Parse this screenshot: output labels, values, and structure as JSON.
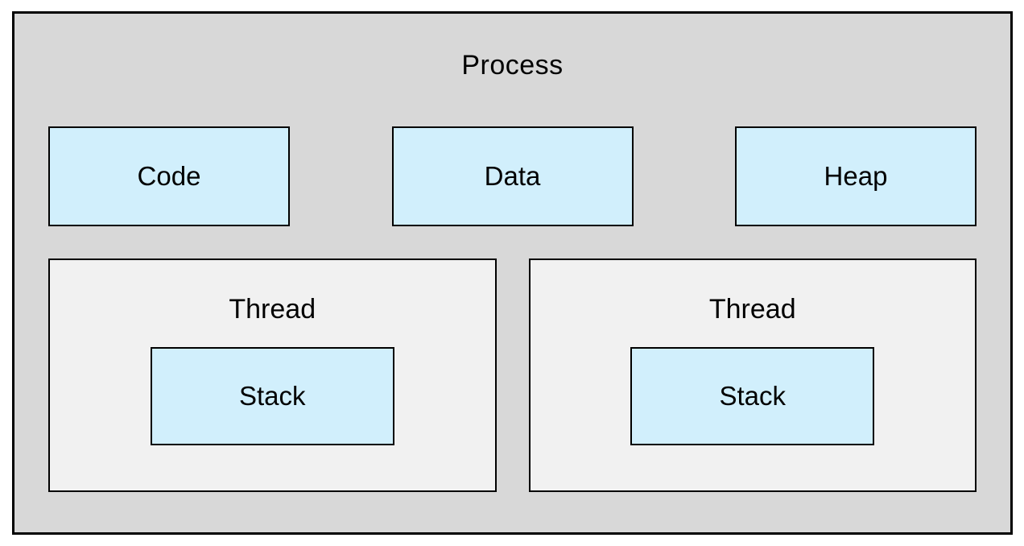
{
  "diagram": {
    "title": "Process",
    "segments": [
      {
        "label": "Code"
      },
      {
        "label": "Data"
      },
      {
        "label": "Heap"
      }
    ],
    "threads": [
      {
        "label": "Thread",
        "stack": {
          "label": "Stack"
        }
      },
      {
        "label": "Thread",
        "stack": {
          "label": "Stack"
        }
      }
    ],
    "colors": {
      "process_fill": "#d8d8d8",
      "memory_box_fill": "#d1effc",
      "thread_fill": "#f1f1f1",
      "border": "#000000",
      "text": "#000000",
      "page_background": "#ffffff"
    }
  }
}
